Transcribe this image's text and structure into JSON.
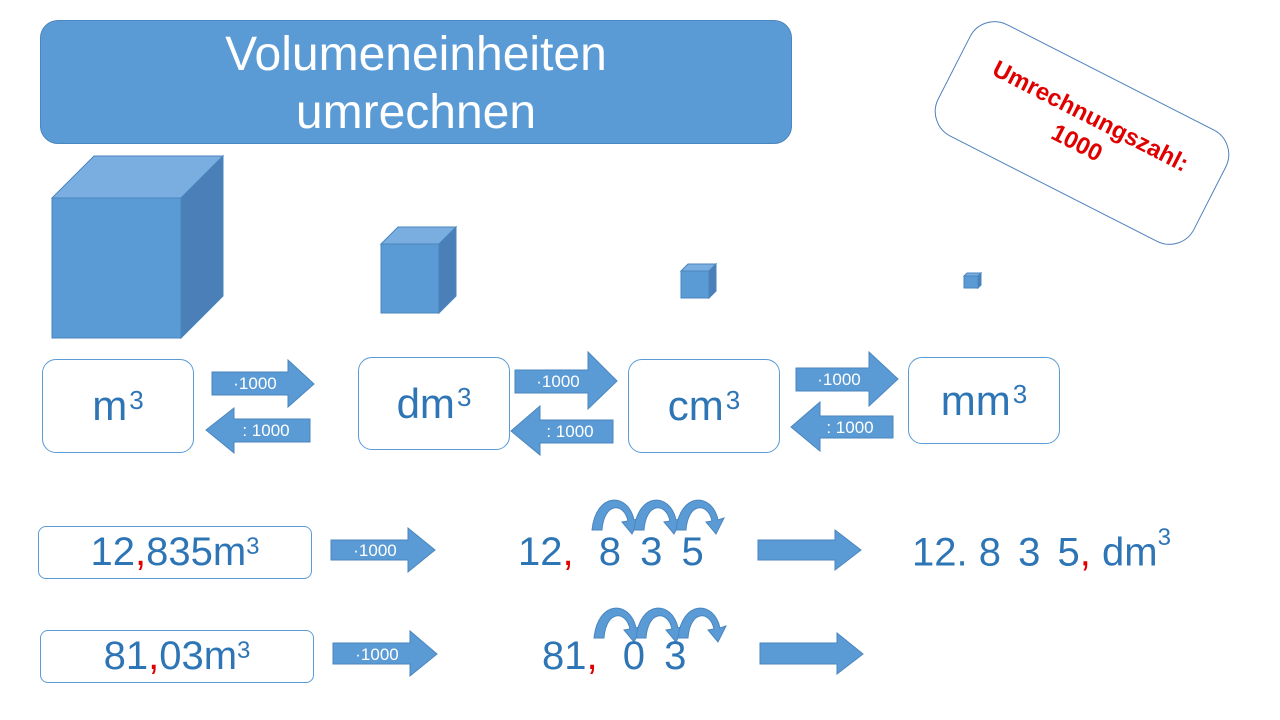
{
  "title": {
    "line1": "Volumeneinheiten",
    "line2": "umrechnen"
  },
  "hint": {
    "line1": "Umrechnungszahl:",
    "line2": "1000"
  },
  "units": [
    {
      "base": "m",
      "exp": "3"
    },
    {
      "base": "dm",
      "exp": "3"
    },
    {
      "base": "cm",
      "exp": "3"
    },
    {
      "base": "mm",
      "exp": "3"
    }
  ],
  "conversion": {
    "multiply": "·1000",
    "divide": ": 1000"
  },
  "examples": [
    {
      "int": "12",
      "comma": ",",
      "frac": "835",
      "unit": "m",
      "exp": "3",
      "step_int": "12",
      "step_comma": ",",
      "step_digits": [
        "8",
        "3",
        "5"
      ],
      "result_int": "12",
      "result_sep": ".",
      "result_digits": [
        "8",
        "3",
        "5"
      ],
      "result_comma": ",",
      "result_unit": "dm",
      "result_exp": "3"
    },
    {
      "int": "81",
      "comma": ",",
      "frac": "03",
      "unit": "m",
      "exp": "3",
      "step_int": "81",
      "step_comma": ",",
      "step_digits": [
        "0",
        "3"
      ]
    }
  ],
  "colors": {
    "accent": "#5b9bd5",
    "text": "#2e75b6",
    "highlight": "#e00000"
  },
  "icons": {
    "cube": "cube-icon",
    "arrow": "arrow-right-icon",
    "hop": "curved-arrow-icon"
  }
}
